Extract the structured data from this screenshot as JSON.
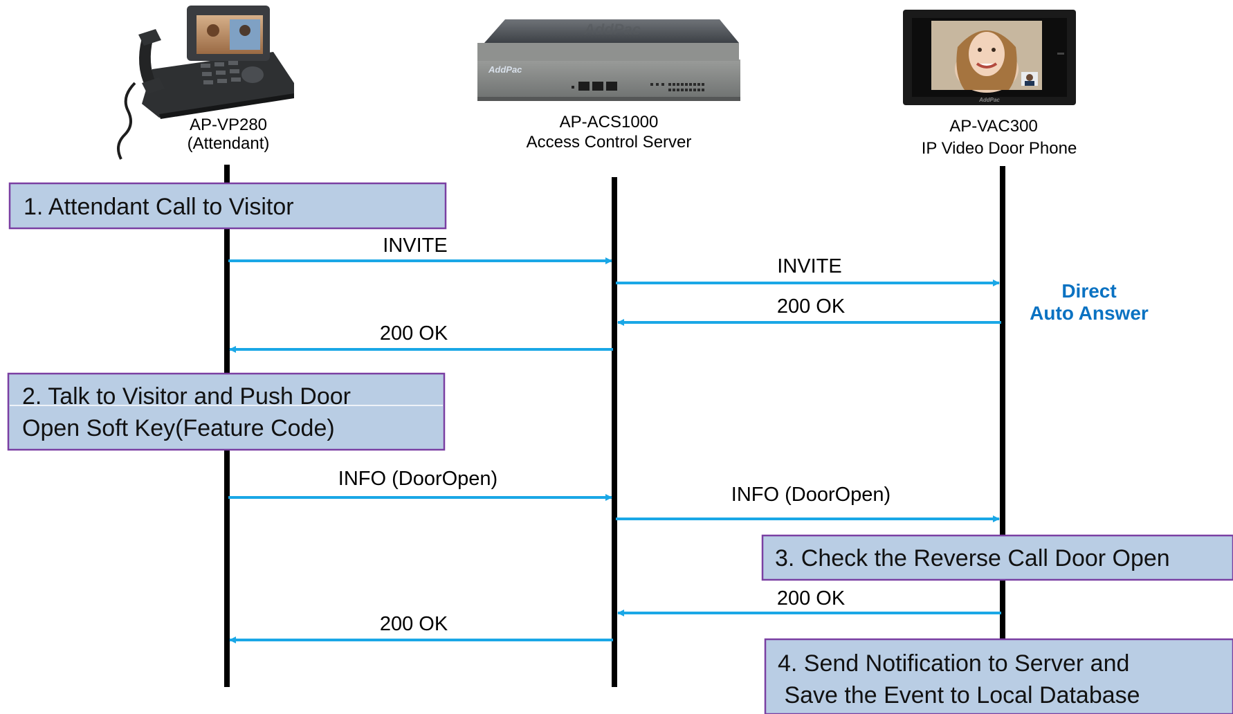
{
  "colors": {
    "arrow": "#1aa7e6",
    "lifeline": "#000000",
    "step_box_fill": "#b9cde4",
    "step_box_border": "#7a3fa2",
    "note_text": "#0a72c2"
  },
  "devices": {
    "phone": {
      "icon": "desk-video-phone",
      "name": "AP-VP280",
      "role": "(Attendant)"
    },
    "server": {
      "icon": "rack-server",
      "brand": "AddPac",
      "name": "AP-ACS1000",
      "role": "Access Control Server"
    },
    "doorphone": {
      "icon": "video-door-phone",
      "brand": "AddPac",
      "name": "AP-VAC300",
      "role": "IP Video Door Phone"
    }
  },
  "steps": [
    {
      "lines": [
        "1. Attendant Call to Visitor"
      ]
    },
    {
      "lines": [
        "2. Talk to Visitor and Push Door",
        "Open Soft Key(Feature Code)"
      ]
    },
    {
      "lines": [
        "3. Check the Reverse Call Door Open"
      ]
    },
    {
      "lines": [
        "4. Send Notification to Server and",
        " Save the Event to Local Database"
      ]
    }
  ],
  "messages": [
    {
      "label": "INVITE",
      "from": "phone",
      "to": "server"
    },
    {
      "label": "INVITE",
      "from": "server",
      "to": "doorphone"
    },
    {
      "label": "200 OK",
      "from": "doorphone",
      "to": "server"
    },
    {
      "label": "200 OK",
      "from": "server",
      "to": "phone"
    },
    {
      "label": "INFO (DoorOpen)",
      "from": "phone",
      "to": "server"
    },
    {
      "label": "INFO (DoorOpen)",
      "from": "server",
      "to": "doorphone"
    },
    {
      "label": "200 OK",
      "from": "doorphone",
      "to": "server"
    },
    {
      "label": "200 OK",
      "from": "server",
      "to": "phone"
    }
  ],
  "note": {
    "lines": [
      "Direct",
      "Auto Answer"
    ]
  }
}
